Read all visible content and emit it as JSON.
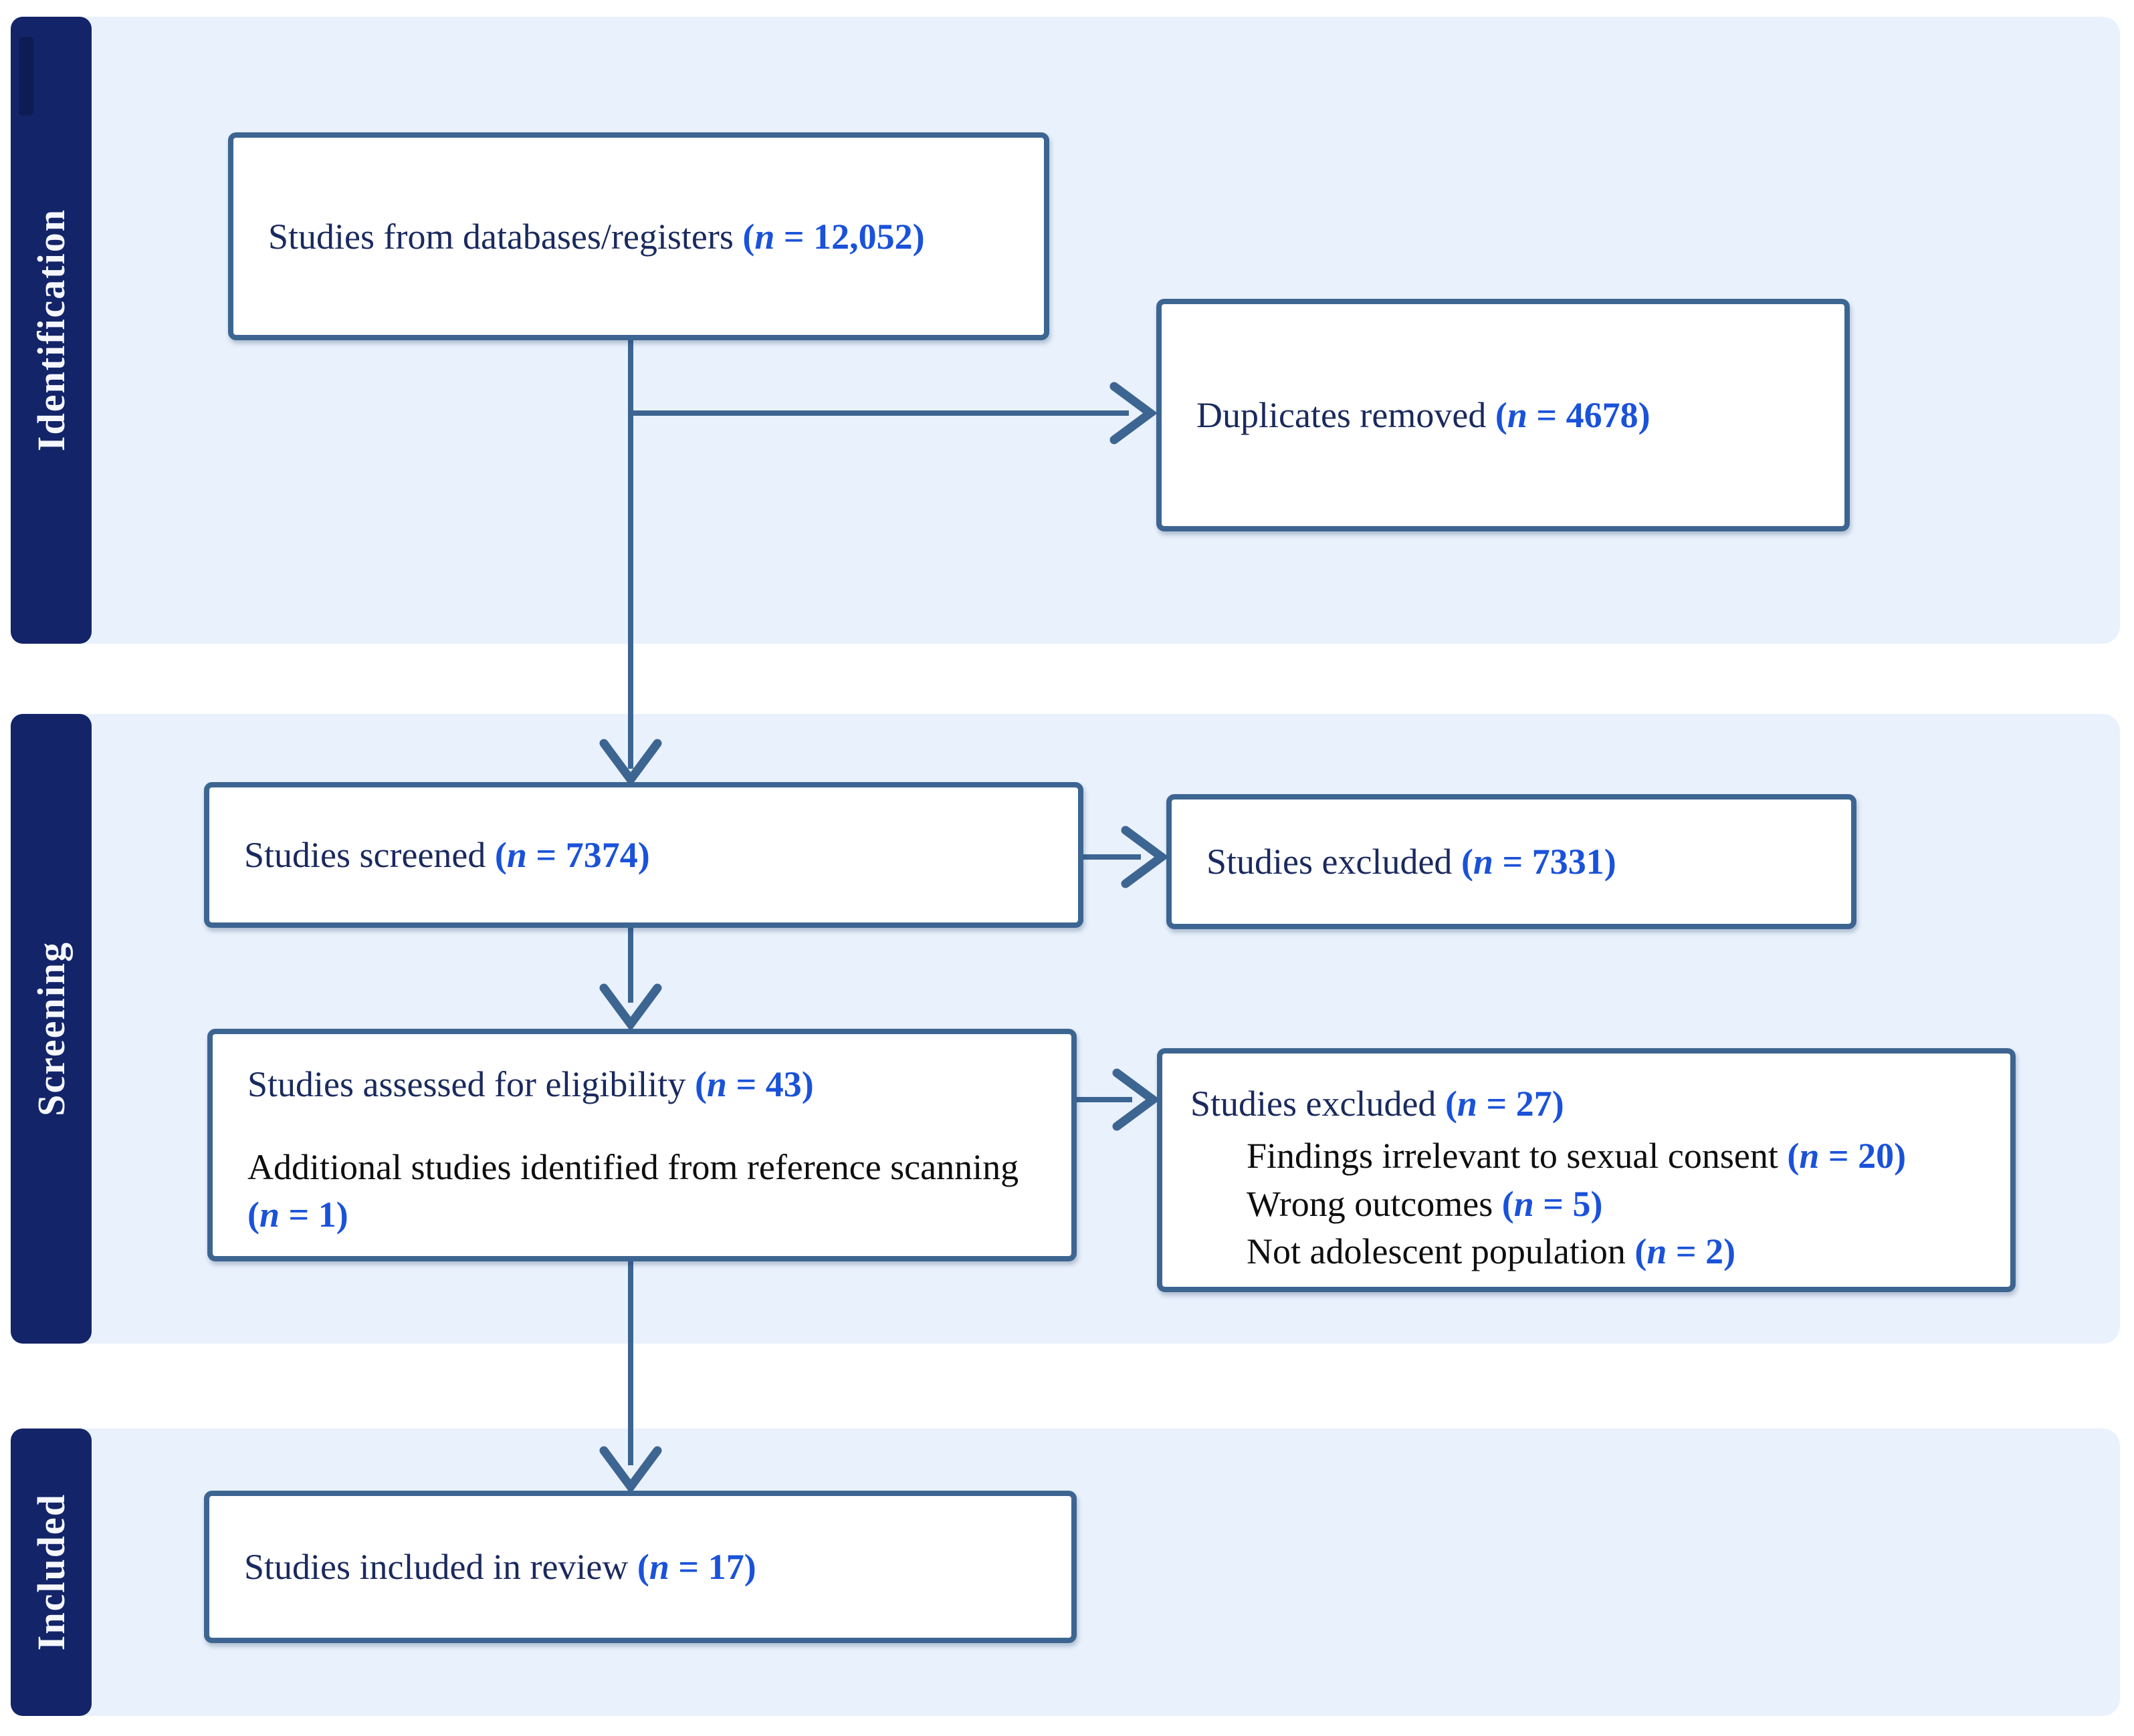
{
  "diagram": {
    "type": "prisma-flow",
    "colors": {
      "band_background": "#e9f1fc",
      "stage_bar": "#132468",
      "box_border": "#3d6591",
      "arrow": "#3d6591",
      "text_navy": "#1a2a5e",
      "text_black": "#0e0e10",
      "number_blue": "#1a52d9",
      "stage_label_text": "#f5f7fc"
    },
    "stages": [
      {
        "label": "Identification"
      },
      {
        "label": "Screening"
      },
      {
        "label": "Included"
      }
    ],
    "boxes": {
      "databases": {
        "label": "Studies from databases/registers {{(n = 12,052)}}"
      },
      "duplicates": {
        "label": "Duplicates removed {{(n = 4678)}}"
      },
      "screened": {
        "label": "Studies screened {{(n = 7374)}}"
      },
      "excluded_screening": {
        "label": "Studies excluded {{(n = 7331)}}"
      },
      "eligibility": {
        "line1": "Studies assessed for eligibility {{(n = 43)}}",
        "line2": "Additional studies identified from reference scanning {{(n = 1)}}"
      },
      "excluded_eligibility": {
        "line1": "Studies excluded {{(n = 27)}}",
        "reasons": [
          "Findings irrelevant to sexual consent {{(n = 20)}}",
          "Wrong outcomes {{(n = 5)}}",
          "Not adolescent population {{(n = 2)}}"
        ]
      },
      "included": {
        "label": "Studies included in review {{(n = 17)}}"
      }
    }
  }
}
